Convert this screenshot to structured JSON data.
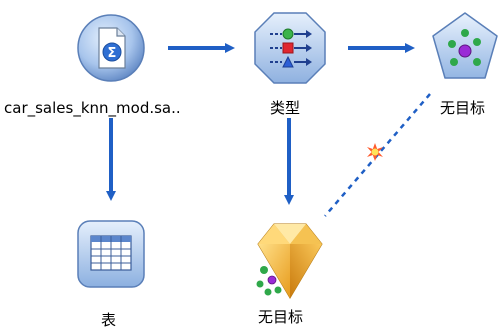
{
  "stream": {
    "nodes": {
      "source": {
        "label": "car_sales_knn_mod.sa..",
        "icon": "statistics-file-icon"
      },
      "type": {
        "label": "类型",
        "icon": "type-icon"
      },
      "modeling": {
        "label": "无目标",
        "icon": "knn-modeling-icon"
      },
      "table": {
        "label": "表",
        "icon": "table-icon"
      },
      "nugget": {
        "label": "无目标",
        "icon": "model-nugget-icon"
      }
    },
    "links": [
      {
        "from": "source",
        "to": "type",
        "style": "solid"
      },
      {
        "from": "source",
        "to": "table",
        "style": "solid"
      },
      {
        "from": "type",
        "to": "modeling",
        "style": "solid"
      },
      {
        "from": "type",
        "to": "nugget",
        "style": "solid"
      },
      {
        "from": "modeling",
        "to": "nugget",
        "style": "dashed"
      }
    ],
    "colors": {
      "link": "#1f5fc5",
      "node_body": "#a9c3e6",
      "nugget": "#f0b43c"
    }
  }
}
